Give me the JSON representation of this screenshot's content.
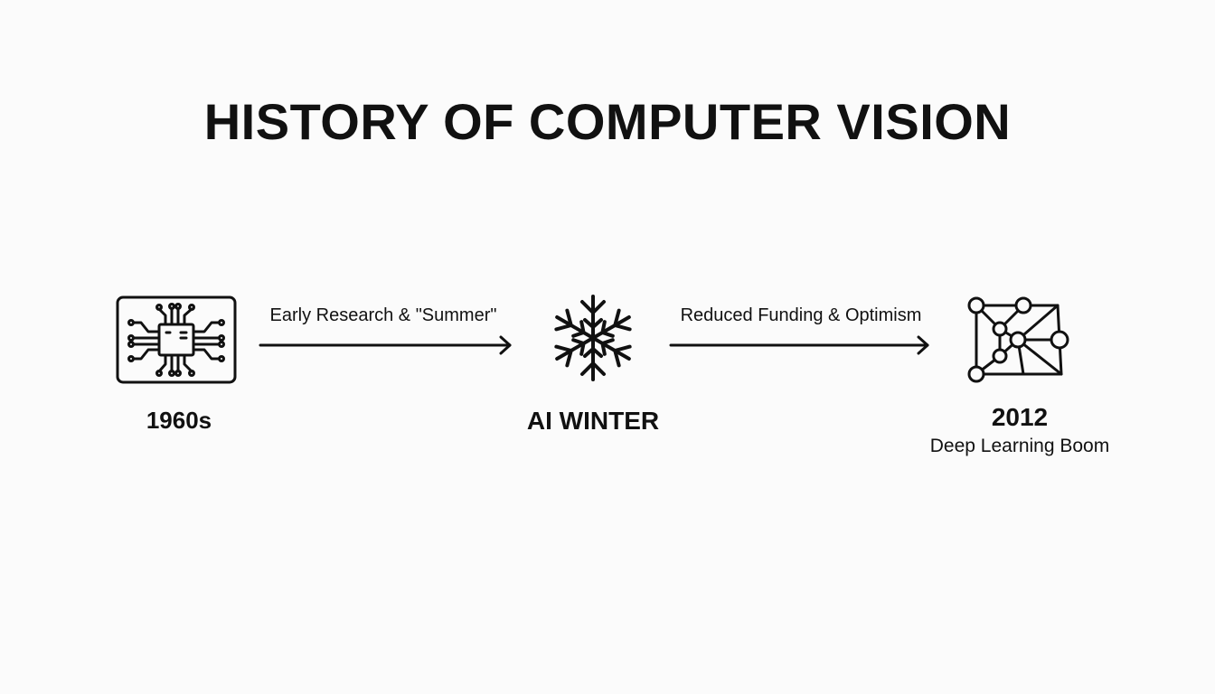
{
  "title": "HISTORY OF COMPUTER VISION",
  "nodes": [
    {
      "label": "1960s",
      "icon": "circuit-chip-icon"
    },
    {
      "label": "AI WINTER",
      "icon": "snowflake-icon"
    },
    {
      "label": "2012",
      "sublabel": "Deep Learning Boom",
      "icon": "neural-network-icon"
    }
  ],
  "edges": [
    {
      "from": "1960s",
      "to": "AI WINTER",
      "label": "Early Research & \"Summer\""
    },
    {
      "from": "AI WINTER",
      "to": "2012",
      "label": "Reduced Funding & Optimism"
    }
  ],
  "colors": {
    "background": "#fbfbfb",
    "ink": "#111111"
  }
}
